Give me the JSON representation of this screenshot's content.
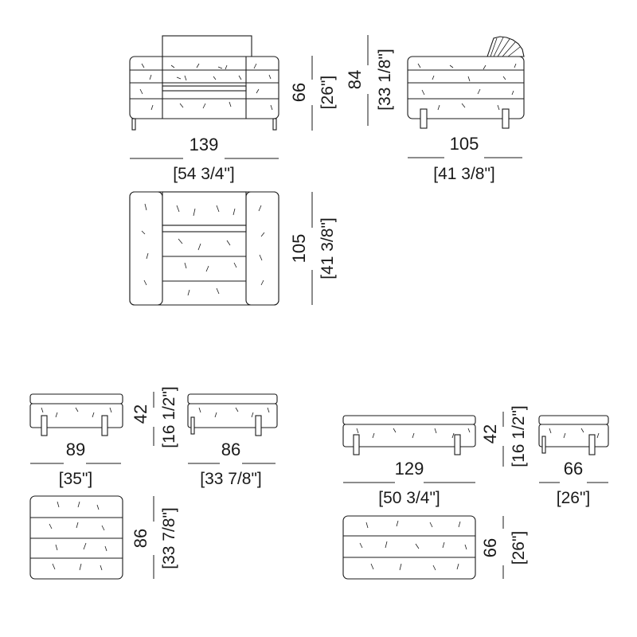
{
  "armchair": {
    "width_cm": "139",
    "width_in": "[54 3/4\"]",
    "seat_height_cm": "66",
    "seat_height_in": "[26\"]",
    "back_height_cm": "84",
    "back_height_in": "[33 1/8\"]",
    "side_depth_cm": "105",
    "side_depth_in": "[41 3/8\"]",
    "plan_depth_cm": "105",
    "plan_depth_in": "[41 3/8\"]"
  },
  "ottoman_89": {
    "width_cm": "89",
    "width_in": "[35\"]",
    "height_cm": "42",
    "height_in": "[16 1/2\"]",
    "depth_cm": "86",
    "depth_in": "[33 7/8\"]",
    "plan_depth_cm": "86",
    "plan_depth_in": "[33 7/8\"]"
  },
  "bench_129": {
    "width_cm": "129",
    "width_in": "[50 3/4\"]",
    "height_cm": "42",
    "height_in": "[16 1/2\"]",
    "depth_cm": "66",
    "depth_in": "[26\"]",
    "plan_depth_cm": "66",
    "plan_depth_in": "[26\"]"
  }
}
